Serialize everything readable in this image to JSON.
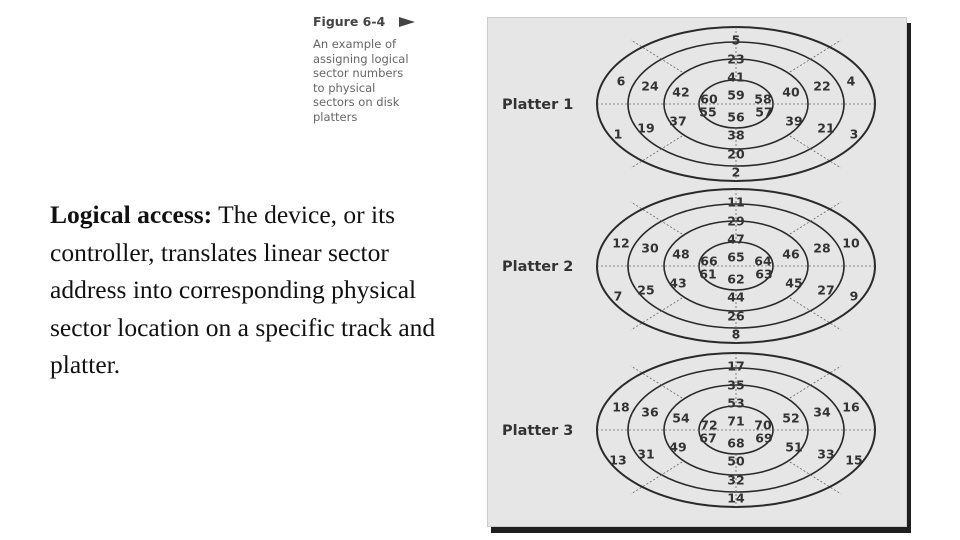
{
  "caption": {
    "title": "Figure 6-4",
    "lines": [
      "An example of",
      "assigning logical",
      "sector numbers",
      "to physical",
      "sectors on disk",
      "platters"
    ]
  },
  "body": {
    "bold": "Logical access:",
    "text": " The device, or its controller, translates linear sector address into corresponding physical sector location on a specific track and platter."
  },
  "platters": [
    {
      "label": "Platter 1",
      "numbers": {
        "top": [
          "5",
          "23",
          "41",
          "59"
        ],
        "bottom": [
          "56",
          "38",
          "20",
          "2"
        ],
        "upper_left": [
          "6",
          "24",
          "42",
          "60"
        ],
        "upper_right": [
          "4",
          "22",
          "40",
          "58"
        ],
        "lower_left": [
          "1",
          "19",
          "37",
          "55"
        ],
        "lower_right": [
          "3",
          "21",
          "39",
          "57"
        ]
      }
    },
    {
      "label": "Platter 2",
      "numbers": {
        "top": [
          "11",
          "29",
          "47",
          "65"
        ],
        "bottom": [
          "62",
          "44",
          "26",
          "8"
        ],
        "upper_left": [
          "12",
          "30",
          "48",
          "66"
        ],
        "upper_right": [
          "10",
          "28",
          "46",
          "64"
        ],
        "lower_left": [
          "7",
          "25",
          "43",
          "61"
        ],
        "lower_right": [
          "9",
          "27",
          "45",
          "63"
        ]
      }
    },
    {
      "label": "Platter 3",
      "numbers": {
        "top": [
          "17",
          "35",
          "53",
          "71"
        ],
        "bottom": [
          "68",
          "50",
          "32",
          "14"
        ],
        "upper_left": [
          "18",
          "36",
          "54",
          "72"
        ],
        "upper_right": [
          "16",
          "34",
          "52",
          "70"
        ],
        "lower_left": [
          "13",
          "31",
          "49",
          "67"
        ],
        "lower_right": [
          "15",
          "33",
          "51",
          "69"
        ]
      }
    }
  ]
}
